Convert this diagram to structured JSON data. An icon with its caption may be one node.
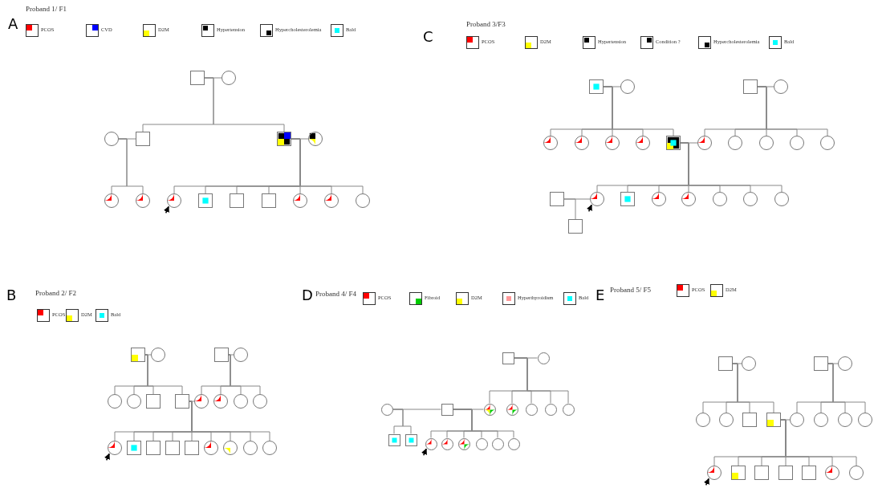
{
  "diagram": {
    "nodes": [
      {
        "text": [],
        "shape": "box"
      },
      {
        "text": [],
        "shape": "circle"
      },
      {
        "text": [],
        "shape": "circle"
      },
      {
        "text": [],
        "shape": "box"
      },
      {
        "text": [],
        "shape": "box"
      },
      {
        "text": [],
        "shape": "circle"
      },
      {
        "text": [],
        "shape": "circle"
      },
      {
        "text": [],
        "shape": "circle"
      },
      {
        "text": [],
        "shape": "circle"
      },
      {
        "text": [],
        "shape": "box"
      },
      {
        "text": [],
        "shape": "box"
      },
      {
        "text": [],
        "shape": "box"
      },
      {
        "text": [],
        "shape": "circle"
      },
      {
        "text": [],
        "shape": "circle"
      },
      {
        "text": [],
        "shape": "circle"
      },
      {
        "text": [],
        "shape": "box"
      },
      {
        "text": [],
        "shape": "circle"
      },
      {
        "text": [],
        "shape": "box"
      },
      {
        "text": [],
        "shape": "circle"
      },
      {
        "text": [],
        "shape": "circle"
      },
      {
        "text": [],
        "shape": "circle"
      },
      {
        "text": [],
        "shape": "circle"
      },
      {
        "text": [],
        "shape": "circle"
      },
      {
        "text": [],
        "shape": "box"
      },
      {
        "text": [],
        "shape": "circle"
      },
      {
        "text": [],
        "shape": "circle"
      },
      {
        "text": [],
        "shape": "circle"
      },
      {
        "text": [],
        "shape": "circle"
      },
      {
        "text": [],
        "shape": "circle"
      },
      {
        "text": [],
        "shape": "box"
      },
      {
        "text": [],
        "shape": "circle"
      },
      {
        "text": [],
        "shape": "box"
      },
      {
        "text": [],
        "shape": "circle"
      },
      {
        "text": [],
        "shape": "circle"
      },
      {
        "text": [],
        "shape": "circle"
      },
      {
        "text": [],
        "shape": "circle"
      },
      {
        "text": [],
        "shape": "circle"
      },
      {
        "text": [],
        "shape": "box"
      },
      {
        "text": [],
        "shape": "box"
      },
      {
        "text": [],
        "shape": "circle"
      },
      {
        "text": [],
        "shape": "box"
      },
      {
        "text": [],
        "shape": "circle"
      },
      {
        "text": [],
        "shape": "circle"
      },
      {
        "text": [],
        "shape": "circle"
      },
      {
        "text": [],
        "shape": "box"
      },
      {
        "text": [],
        "shape": "box"
      },
      {
        "text": [],
        "shape": "circle"
      },
      {
        "text": [],
        "shape": "circle"
      },
      {
        "text": [],
        "shape": "circle"
      },
      {
        "text": [],
        "shape": "circle"
      },
      {
        "text": [],
        "shape": "circle"
      },
      {
        "text": [],
        "shape": "box"
      },
      {
        "text": [],
        "shape": "box"
      },
      {
        "text": [],
        "shape": "box"
      },
      {
        "text": [],
        "shape": "box"
      },
      {
        "text": [],
        "shape": "circle"
      },
      {
        "text": [],
        "shape": "circle"
      },
      {
        "text": [],
        "shape": "circle"
      },
      {
        "text": [],
        "shape": "circle"
      },
      {
        "text": [],
        "shape": "box"
      },
      {
        "text": [],
        "shape": "circle"
      },
      {
        "text": [],
        "shape": "circle"
      },
      {
        "text": [],
        "shape": "box"
      },
      {
        "text": [],
        "shape": "circle"
      },
      {
        "text": [],
        "shape": "circle"
      },
      {
        "text": [],
        "shape": "circle"
      },
      {
        "text": [],
        "shape": "circle"
      },
      {
        "text": [],
        "shape": "circle"
      },
      {
        "text": [],
        "shape": "box"
      },
      {
        "text": [],
        "shape": "box"
      },
      {
        "text": [],
        "shape": "circle"
      },
      {
        "text": [],
        "shape": "circle"
      },
      {
        "text": [],
        "shape": "circle"
      },
      {
        "text": [],
        "shape": "circle"
      },
      {
        "text": [],
        "shape": "circle"
      },
      {
        "text": [],
        "shape": "circle"
      },
      {
        "text": [],
        "shape": "box"
      },
      {
        "text": [],
        "shape": "circle"
      },
      {
        "text": [],
        "shape": "box"
      },
      {
        "text": [],
        "shape": "circle"
      },
      {
        "text": [],
        "shape": "circle"
      },
      {
        "text": [],
        "shape": "circle"
      },
      {
        "text": [],
        "shape": "box"
      },
      {
        "text": [],
        "shape": "box"
      },
      {
        "text": [],
        "shape": "circle"
      },
      {
        "text": [],
        "shape": "circle"
      },
      {
        "text": [],
        "shape": "circle"
      },
      {
        "text": [],
        "shape": "circle"
      },
      {
        "text": [],
        "shape": "circle"
      },
      {
        "text": [],
        "shape": "box"
      },
      {
        "text": [],
        "shape": "box"
      },
      {
        "text": [],
        "shape": "box"
      },
      {
        "text": [],
        "shape": "box"
      },
      {
        "text": [],
        "shape": "circle"
      },
      {
        "text": [],
        "shape": "circle"
      }
    ],
    "edges": [
      {
        "from": 0,
        "to": 1,
        "arrow": "none"
      },
      {
        "from": 0,
        "to": 3,
        "arrow": "none"
      },
      {
        "from": 0,
        "to": 4,
        "arrow": "none"
      },
      {
        "from": 2,
        "to": 3,
        "arrow": "none"
      },
      {
        "from": 2,
        "to": 6,
        "arrow": "none"
      },
      {
        "from": 2,
        "to": 7,
        "arrow": "none"
      },
      {
        "from": 4,
        "to": 5,
        "arrow": "none"
      },
      {
        "from": 4,
        "to": 8,
        "arrow": "none"
      },
      {
        "from": 4,
        "to": 9,
        "arrow": "none"
      },
      {
        "from": 4,
        "to": 10,
        "arrow": "none"
      },
      {
        "from": 4,
        "to": 11,
        "arrow": "none"
      },
      {
        "from": 4,
        "to": 12,
        "arrow": "none"
      },
      {
        "from": 4,
        "to": 13,
        "arrow": "none"
      },
      {
        "from": 4,
        "to": 14,
        "arrow": "none"
      },
      {
        "from": null,
        "to": 8,
        "arrow": "to",
        "color": "#000000"
      },
      {
        "from": 15,
        "to": 16,
        "arrow": "none"
      },
      {
        "from": 15,
        "to": 19,
        "arrow": "none"
      },
      {
        "from": 15,
        "to": 20,
        "arrow": "none"
      },
      {
        "from": 15,
        "to": 21,
        "arrow": "none"
      },
      {
        "from": 15,
        "to": 22,
        "arrow": "none"
      },
      {
        "from": 15,
        "to": 23,
        "arrow": "none"
      },
      {
        "from": 17,
        "to": 18,
        "arrow": "none"
      },
      {
        "from": 17,
        "to": 24,
        "arrow": "none"
      },
      {
        "from": 17,
        "to": 25,
        "arrow": "none"
      },
      {
        "from": 17,
        "to": 26,
        "arrow": "none"
      },
      {
        "from": 17,
        "to": 27,
        "arrow": "none"
      },
      {
        "from": 17,
        "to": 28,
        "arrow": "none"
      },
      {
        "from": 23,
        "to": 24,
        "arrow": "none"
      },
      {
        "from": 23,
        "to": 30,
        "arrow": "none"
      },
      {
        "from": 23,
        "to": 31,
        "arrow": "none"
      },
      {
        "from": 23,
        "to": 32,
        "arrow": "none"
      },
      {
        "from": 23,
        "to": 33,
        "arrow": "none"
      },
      {
        "from": 23,
        "to": 34,
        "arrow": "none"
      },
      {
        "from": 23,
        "to": 35,
        "arrow": "none"
      },
      {
        "from": 23,
        "to": 36,
        "arrow": "none"
      },
      {
        "from": 29,
        "to": 30,
        "arrow": "none"
      },
      {
        "from": 29,
        "to": 37,
        "arrow": "none"
      },
      {
        "from": null,
        "to": 30,
        "arrow": "to",
        "color": "#000000"
      },
      {
        "from": 38,
        "to": 39,
        "arrow": "none"
      },
      {
        "from": 38,
        "to": 42,
        "arrow": "none"
      },
      {
        "from": 38,
        "to": 43,
        "arrow": "none"
      },
      {
        "from": 38,
        "to": 44,
        "arrow": "none"
      },
      {
        "from": 38,
        "to": 45,
        "arrow": "none"
      },
      {
        "from": 40,
        "to": 41,
        "arrow": "none"
      },
      {
        "from": 40,
        "to": 46,
        "arrow": "none"
      },
      {
        "from": 40,
        "to": 47,
        "arrow": "none"
      },
      {
        "from": 40,
        "to": 48,
        "arrow": "none"
      },
      {
        "from": 40,
        "to": 49,
        "arrow": "none"
      },
      {
        "from": 45,
        "to": 46,
        "arrow": "none"
      },
      {
        "from": 45,
        "to": 50,
        "arrow": "none"
      },
      {
        "from": 45,
        "to": 51,
        "arrow": "none"
      },
      {
        "from": 45,
        "to": 52,
        "arrow": "none"
      },
      {
        "from": 45,
        "to": 53,
        "arrow": "none"
      },
      {
        "from": 45,
        "to": 54,
        "arrow": "none"
      },
      {
        "from": 45,
        "to": 55,
        "arrow": "none"
      },
      {
        "from": 45,
        "to": 56,
        "arrow": "none"
      },
      {
        "from": 45,
        "to": 57,
        "arrow": "none"
      },
      {
        "from": 45,
        "to": 58,
        "arrow": "none"
      },
      {
        "from": null,
        "to": 50,
        "arrow": "to",
        "color": "#000000"
      },
      {
        "from": 59,
        "to": 60,
        "arrow": "none"
      },
      {
        "from": 59,
        "to": 63,
        "arrow": "none"
      },
      {
        "from": 59,
        "to": 64,
        "arrow": "none"
      },
      {
        "from": 59,
        "to": 65,
        "arrow": "none"
      },
      {
        "from": 59,
        "to": 66,
        "arrow": "none"
      },
      {
        "from": 59,
        "to": 67,
        "arrow": "none"
      },
      {
        "from": 61,
        "to": 62,
        "arrow": "none"
      },
      {
        "from": 61,
        "to": 68,
        "arrow": "none"
      },
      {
        "from": 61,
        "to": 69,
        "arrow": "none"
      },
      {
        "from": 62,
        "to": 63,
        "arrow": "none"
      },
      {
        "from": 62,
        "to": 70,
        "arrow": "none"
      },
      {
        "from": 62,
        "to": 71,
        "arrow": "none"
      },
      {
        "from": 62,
        "to": 72,
        "arrow": "none"
      },
      {
        "from": 62,
        "to": 73,
        "arrow": "none"
      },
      {
        "from": 62,
        "to": 74,
        "arrow": "none"
      },
      {
        "from": 62,
        "to": 75,
        "arrow": "none"
      },
      {
        "from": null,
        "to": 70,
        "arrow": "to",
        "color": "#000000"
      },
      {
        "from": 76,
        "to": 77,
        "arrow": "none"
      },
      {
        "from": 76,
        "to": 80,
        "arrow": "none"
      },
      {
        "from": 76,
        "to": 81,
        "arrow": "none"
      },
      {
        "from": 76,
        "to": 82,
        "arrow": "none"
      },
      {
        "from": 76,
        "to": 83,
        "arrow": "none"
      },
      {
        "from": 78,
        "to": 79,
        "arrow": "none"
      },
      {
        "from": 78,
        "to": 84,
        "arrow": "none"
      },
      {
        "from": 78,
        "to": 85,
        "arrow": "none"
      },
      {
        "from": 78,
        "to": 86,
        "arrow": "none"
      },
      {
        "from": 78,
        "to": 87,
        "arrow": "none"
      },
      {
        "from": 83,
        "to": 84,
        "arrow": "none"
      },
      {
        "from": 83,
        "to": 88,
        "arrow": "none"
      },
      {
        "from": 83,
        "to": 89,
        "arrow": "none"
      },
      {
        "from": 83,
        "to": 90,
        "arrow": "none"
      },
      {
        "from": 83,
        "to": 91,
        "arrow": "none"
      },
      {
        "from": 83,
        "to": 92,
        "arrow": "none"
      },
      {
        "from": 83,
        "to": 93,
        "arrow": "none"
      },
      {
        "from": 83,
        "to": 94,
        "arrow": "none"
      },
      {
        "from": null,
        "to": 88,
        "arrow": "to",
        "color": "#000000"
      }
    ],
    "labels": [
      "A",
      "Proband 1/ F1",
      "C",
      "Proband 3/F3",
      "B",
      "Proband 2/ F2",
      "D",
      "Proband 4/ F4",
      "E",
      "Proband 5/ F5"
    ],
    "legend": [
      {
        "text": "PCOS",
        "color": "#ff0000"
      },
      {
        "text": "CVD",
        "color": "#0000ff"
      },
      {
        "text": "D2M",
        "color": "#ffff00"
      },
      {
        "text": "Hypertension",
        "color": "#000000"
      },
      {
        "text": "Hypercholesterolemia",
        "color": "#000000"
      },
      {
        "text": "Bald",
        "color": "#00ffff"
      },
      {
        "text": "PCOS",
        "color": "#ff0000"
      },
      {
        "text": "D2M",
        "color": "#ffff00"
      },
      {
        "text": "Hypertension",
        "color": "#000000"
      },
      {
        "text": "Condition ?",
        "color": "#000000"
      },
      {
        "text": "Hypercholesterolemia",
        "color": "#000000"
      },
      {
        "text": "Bald",
        "color": "#00ffff"
      },
      {
        "text": "PCOS",
        "color": "#ff0000"
      },
      {
        "text": "D2M",
        "color": "#ffff00"
      },
      {
        "text": "Bald",
        "color": "#00ffff"
      },
      {
        "text": "PCOS",
        "color": "#ff0000"
      },
      {
        "text": "Fibroid",
        "color": "#00cc00"
      },
      {
        "text": "D2M",
        "color": "#ffff00"
      },
      {
        "text": "Hyperthyroidism",
        "color": "#ff9999"
      },
      {
        "text": "Bald",
        "color": "#00ffff"
      },
      {
        "text": "PCOS",
        "color": "#ff0000"
      },
      {
        "text": "D2M",
        "color": "#ffff00"
      }
    ]
  }
}
